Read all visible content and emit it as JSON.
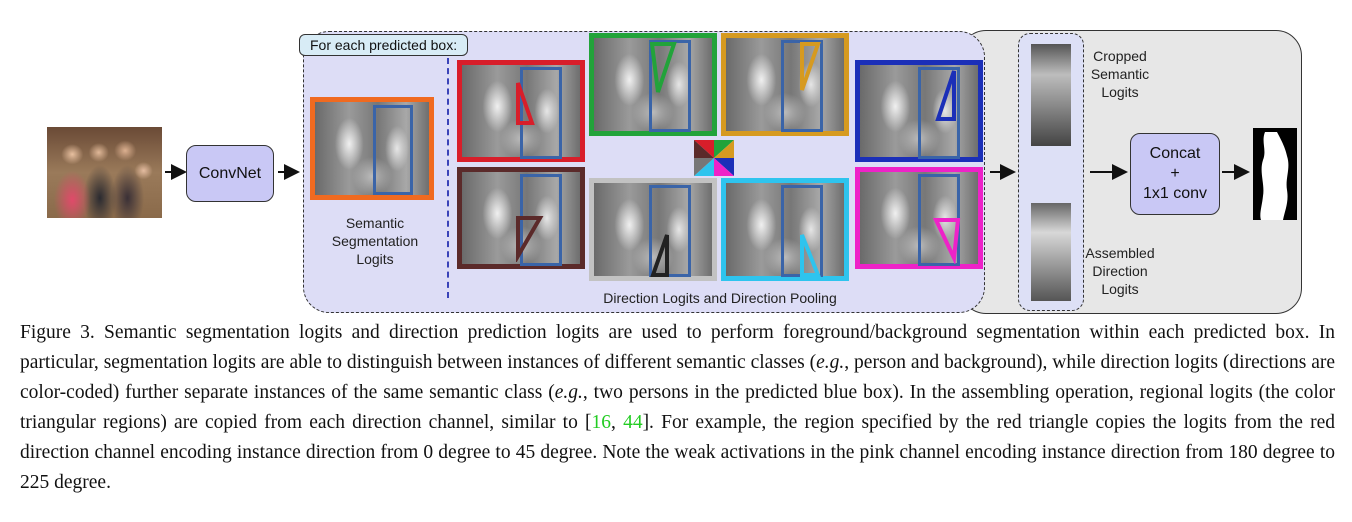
{
  "figure": {
    "box_tag": "For each predicted box:",
    "convnet_label": "ConvNet",
    "semantic_logits_label": [
      "Semantic",
      "Segmentation",
      "Logits"
    ],
    "direction_label": "Direction Logits and Direction Pooling",
    "cropped_label": [
      "Cropped",
      "Semantic",
      "Logits"
    ],
    "assembled_label": [
      "Assembled",
      "Direction",
      "Logits"
    ],
    "concat_label": [
      "Concat",
      "+",
      "1x1 conv"
    ],
    "colors": {
      "semantic_border": "#f06a20",
      "red": "#d81e2a",
      "green": "#22a33a",
      "gold": "#d69a20",
      "navy": "#1b2fb8",
      "maroon": "#5b2a2a",
      "gray": "#c2c2c2",
      "cyan": "#2ec4ee",
      "magenta": "#ee22c8",
      "predicted_box": "#3a64a8",
      "citation": "#22cc22"
    }
  },
  "caption": {
    "part1": "Figure 3. Semantic segmentation logits and direction prediction logits are used to perform foreground/background segmentation within each predicted box. In particular, segmentation logits are able to distinguish between instances of different semantic classes (",
    "eg1": "e.g.",
    "part2": ", person and background), while direction logits (directions are color-coded) further separate instances of the same semantic class (",
    "eg2": "e.g.",
    "part3": ", two persons in the predicted blue box). In the assembling operation, regional logits (the color triangular regions) are copied from each direction channel, similar to [",
    "cite1": "16",
    "sep": ", ",
    "cite2": "44",
    "part4": "]. For example, the region specified by the red triangle copies the logits from the red direction channel encoding instance direction from 0 degree to 45 degree. Note the weak activations in the pink channel encoding instance direction from 180 degree to 225 degree."
  }
}
